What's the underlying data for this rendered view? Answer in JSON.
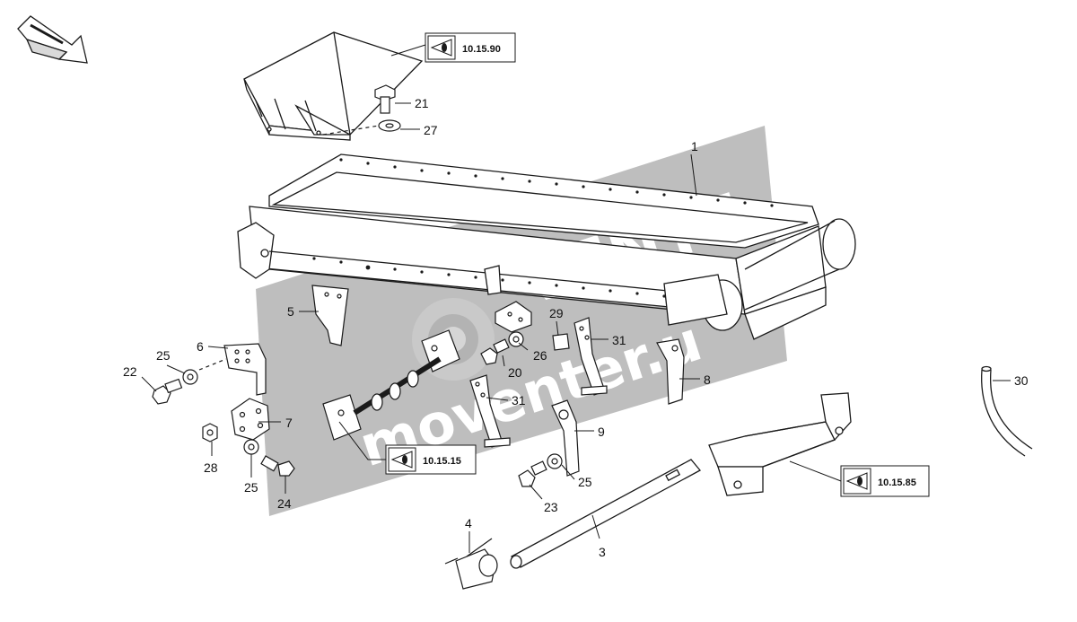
{
  "watermark": {
    "brand_top": "VENTE",
    "brand_bottom": "moventer.u"
  },
  "references": [
    {
      "id": "ref-10-15-90",
      "text": "10.15.90"
    },
    {
      "id": "ref-10-15-15",
      "text": "10.15.15"
    },
    {
      "id": "ref-10-15-85",
      "text": "10.15.85"
    }
  ],
  "callouts": [
    {
      "key": "c1",
      "label": "1"
    },
    {
      "key": "c3",
      "label": "3"
    },
    {
      "key": "c4",
      "label": "4"
    },
    {
      "key": "c5",
      "label": "5"
    },
    {
      "key": "c6",
      "label": "6"
    },
    {
      "key": "c7",
      "label": "7"
    },
    {
      "key": "c8",
      "label": "8"
    },
    {
      "key": "c9",
      "label": "9"
    },
    {
      "key": "c20",
      "label": "20"
    },
    {
      "key": "c21",
      "label": "21"
    },
    {
      "key": "c22",
      "label": "22"
    },
    {
      "key": "c23",
      "label": "23"
    },
    {
      "key": "c24",
      "label": "24"
    },
    {
      "key": "c25a",
      "label": "25"
    },
    {
      "key": "c25b",
      "label": "25"
    },
    {
      "key": "c25c",
      "label": "25"
    },
    {
      "key": "c26",
      "label": "26"
    },
    {
      "key": "c27",
      "label": "27"
    },
    {
      "key": "c28",
      "label": "28"
    },
    {
      "key": "c29",
      "label": "29"
    },
    {
      "key": "c30",
      "label": "30"
    },
    {
      "key": "c31a",
      "label": "31"
    },
    {
      "key": "c31b",
      "label": "31"
    }
  ],
  "colors": {
    "line": "#1a1a1a",
    "watermark": "#b3b3b3",
    "watermark_accent": "#c9c9c9"
  }
}
